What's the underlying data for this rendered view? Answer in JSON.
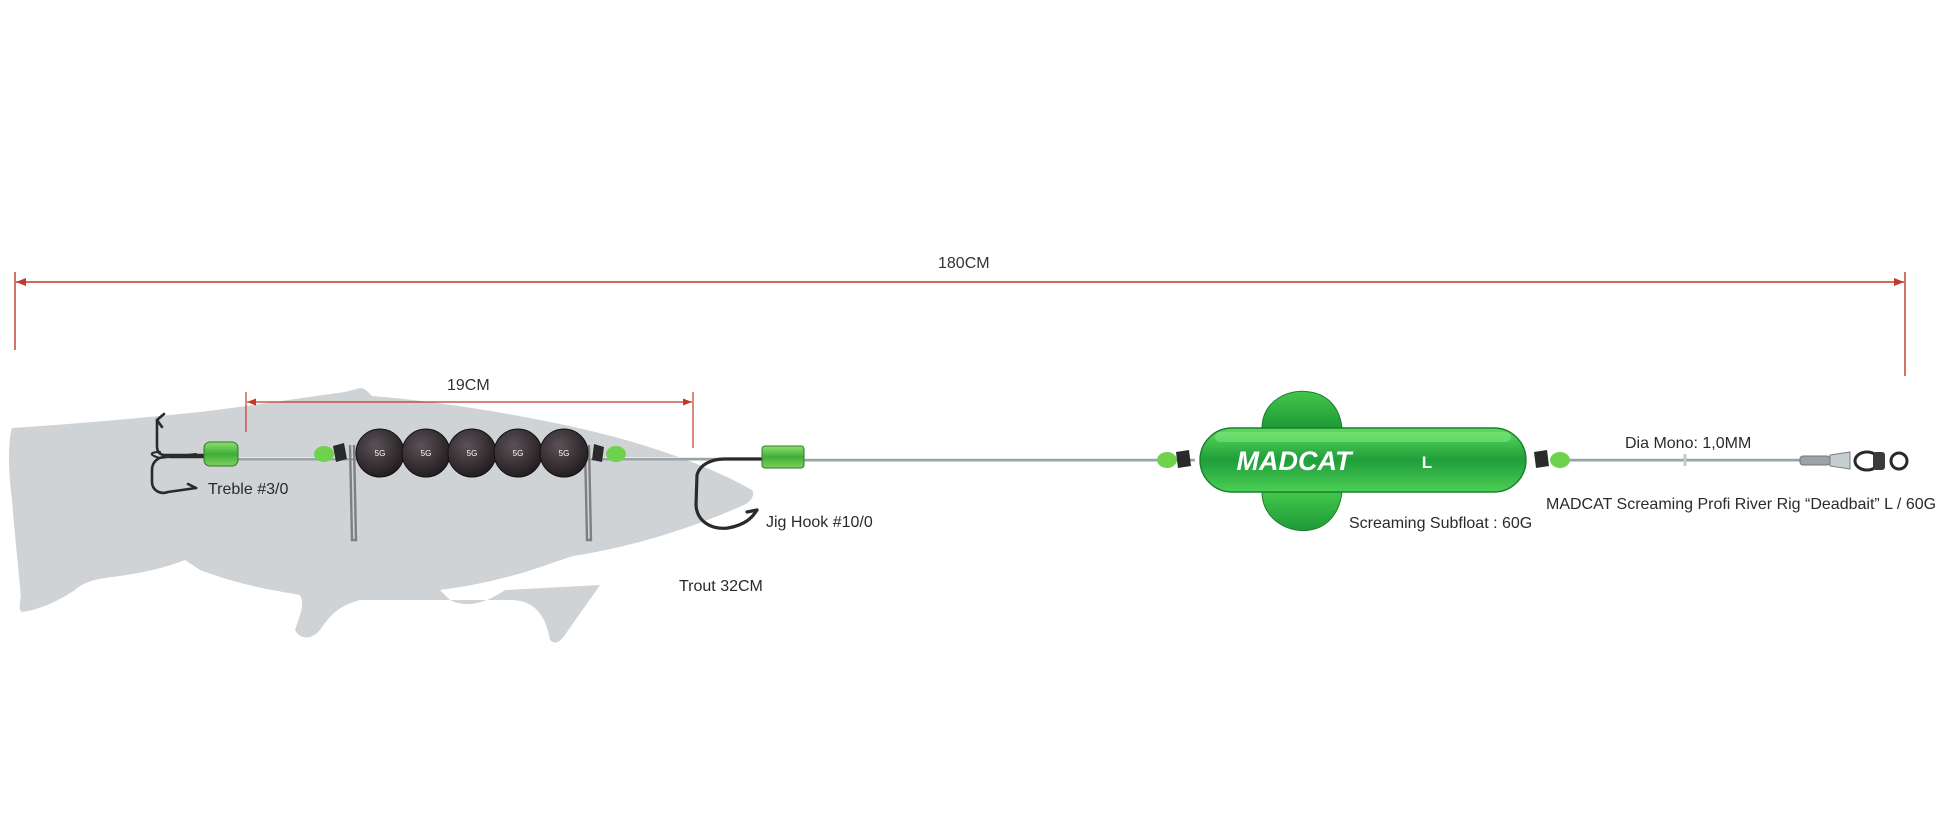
{
  "dimensions": {
    "overall_length": "180CM",
    "weights_section": "19CM"
  },
  "components": {
    "treble_hook": "Treble #3/0",
    "jig_hook": "Jig Hook #10/0",
    "bait_fish": "Trout 32CM",
    "subfloat": "Screaming Subfloat : 60G",
    "mono": "Dia Mono: 1,0MM",
    "rig_name": "MADCAT Screaming Profi River Rig “Deadbait” L / 60G"
  },
  "weight_label": "5G",
  "float_brand": "MADCAT",
  "float_size": "L",
  "colors": {
    "dimension_line": "#c0392b",
    "float_green": "#2fb54a",
    "bead_green": "#6fd24c",
    "fish_grey": "#d0d3d6",
    "weight_dark": "#2b2426"
  },
  "icons": [
    "treble-hook-icon",
    "jig-hook-icon",
    "swivel-icon",
    "fish-silhouette-icon"
  ]
}
